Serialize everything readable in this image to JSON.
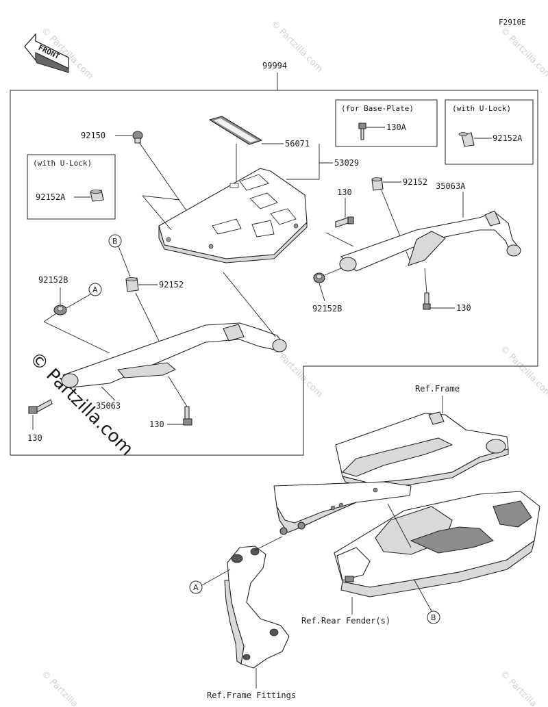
{
  "diagram_code": "F2910E",
  "front_label": "FRONT",
  "watermark": "© Partzilla.com",
  "kit_number": "99994",
  "boxes": {
    "base_plate": "(for Base-Plate)",
    "u_lock_right": "(with U-Lock)",
    "u_lock_left": "(with U-Lock)"
  },
  "callouts": [
    "A",
    "B"
  ],
  "parts": {
    "p92150": "92150",
    "p56071": "56071",
    "p53029": "53029",
    "p130A": "130A",
    "p92152A_right": "92152A",
    "p92152A_left": "92152A",
    "p130_top": "130",
    "p92152_right": "92152",
    "p35063A": "35063A",
    "p92152B_right": "92152B",
    "p130_right": "130",
    "p92152_left": "92152",
    "p92152B_left": "92152B",
    "p35063": "35063",
    "p130_left": "130",
    "p130_bottom": "130"
  },
  "refs": {
    "frame": "Ref.Frame",
    "rear_fender": "Ref.Rear Fender(s)",
    "frame_fittings": "Ref.Frame Fittings"
  }
}
